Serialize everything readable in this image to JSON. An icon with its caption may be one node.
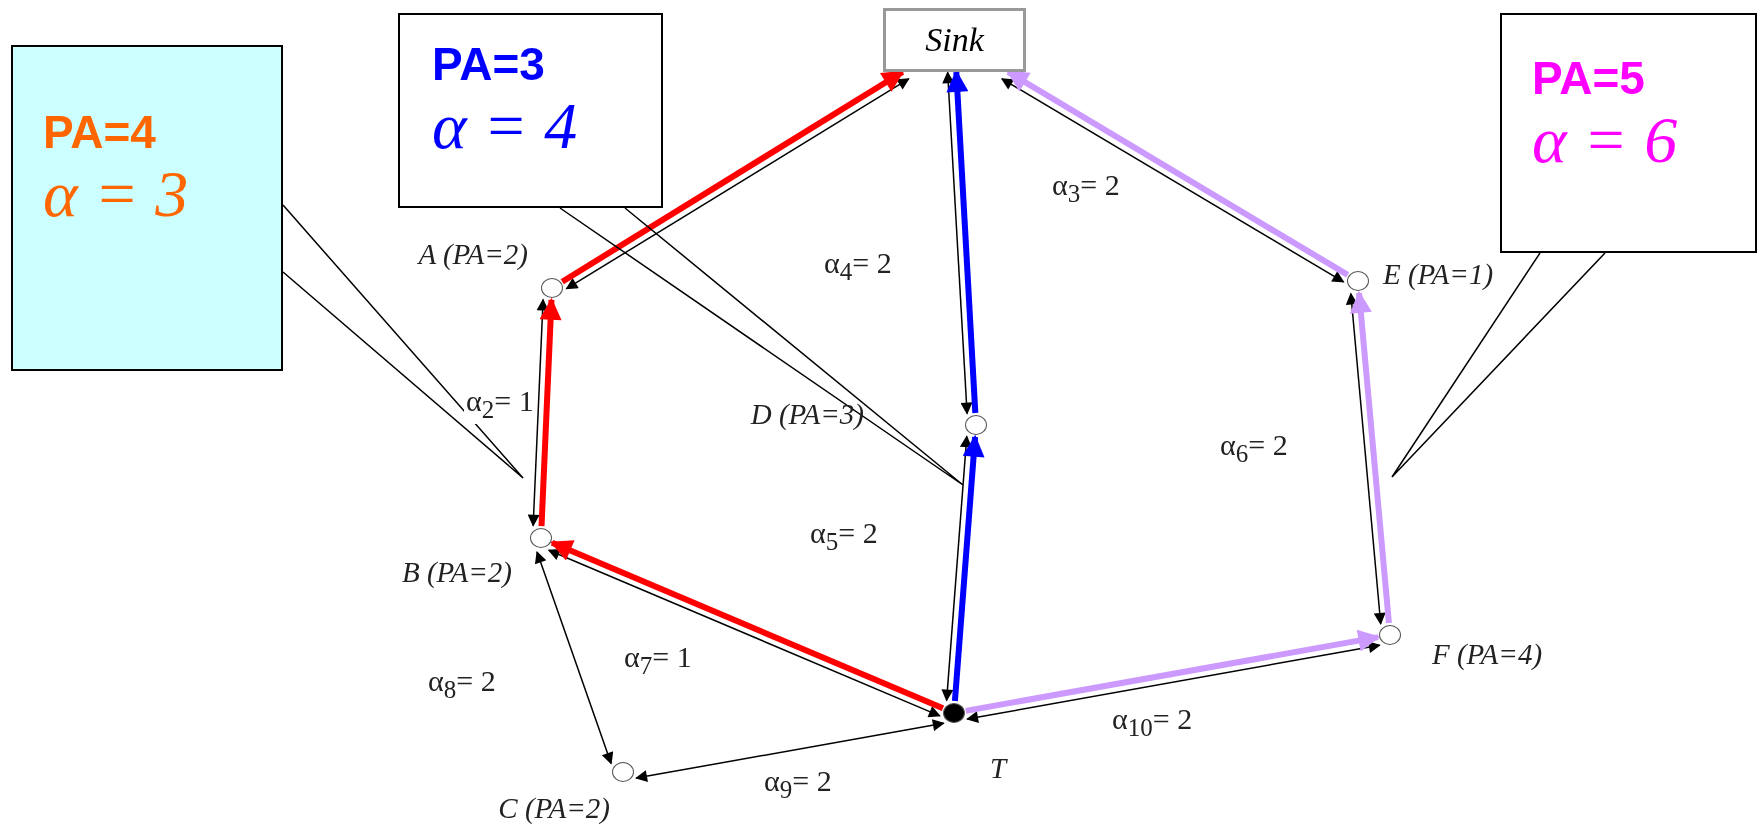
{
  "diagram": {
    "nodes": [
      {
        "text": [
          "PA=4",
          "α = 3"
        ]
      },
      {
        "text": [
          "Sink"
        ]
      },
      {
        "text": [
          "PA=3",
          "α = 4"
        ]
      },
      {
        "text": [
          "PA=5",
          "α = 6"
        ]
      },
      {
        "text": [],
        "shape": "circle",
        "beside": [
          "A (PA=2)"
        ]
      },
      {
        "text": [],
        "shape": "circle",
        "beside": [
          "E (PA=1)"
        ]
      },
      {
        "text": [],
        "shape": "circle",
        "beside": [
          "D (PA=3)"
        ]
      },
      {
        "text": [],
        "shape": "circle",
        "beside": [
          "B (PA=2)"
        ]
      },
      {
        "text": [],
        "shape": "circle",
        "beside": [
          "F (PA=4)"
        ]
      },
      {
        "text": [],
        "shape": "circle",
        "beside": [
          "T"
        ]
      },
      {
        "text": [],
        "shape": "circle",
        "beside": [
          "C (PA=2)"
        ]
      }
    ],
    "edges": [
      {
        "from": 4,
        "to": 1,
        "arrow": "both"
      },
      {
        "from": 1,
        "to": 6,
        "arrow": "both",
        "label": "α$_{4}$= 2"
      },
      {
        "from": 1,
        "to": 5,
        "arrow": "both",
        "label": "α$_{3}$= 2"
      },
      {
        "from": 4,
        "to": 7,
        "arrow": "both",
        "label": "α$_{2}$= 1"
      },
      {
        "from": 6,
        "to": 9,
        "arrow": "both",
        "label": "α$_{5}$= 2"
      },
      {
        "from": 5,
        "to": 8,
        "arrow": "both",
        "label": "α$_{6}$= 2"
      },
      {
        "from": 7,
        "to": 9,
        "arrow": "both",
        "label": "α$_{7}$= 1"
      },
      {
        "from": 7,
        "to": 10,
        "arrow": "both",
        "label": "α$_{8}$= 2"
      },
      {
        "from": 10,
        "to": 9,
        "arrow": "both",
        "label": "α$_{9}$= 2"
      },
      {
        "from": 9,
        "to": 8,
        "arrow": "both",
        "label": "α$_{10}$= 2"
      },
      {
        "from": 9,
        "to": 7,
        "arrow": "to",
        "style": "thick",
        "color": "#ff0000"
      },
      {
        "from": 7,
        "to": 4,
        "arrow": "to",
        "style": "thick",
        "color": "#ff0000"
      },
      {
        "from": 4,
        "to": 1,
        "arrow": "to",
        "style": "thick",
        "color": "#ff0000"
      },
      {
        "from": 9,
        "to": 6,
        "arrow": "to",
        "style": "thick",
        "color": "#0000ff"
      },
      {
        "from": 6,
        "to": 1,
        "arrow": "to",
        "style": "thick",
        "color": "#0000ff"
      },
      {
        "from": 9,
        "to": 8,
        "arrow": "to",
        "style": "thick",
        "color": "#cc99ff"
      },
      {
        "from": 8,
        "to": 5,
        "arrow": "to",
        "style": "thick",
        "color": "#cc99ff"
      },
      {
        "from": 5,
        "to": 1,
        "arrow": "to",
        "style": "thick",
        "color": "#cc99ff"
      },
      {
        "from": 0,
        "to": null,
        "arrow": "none"
      },
      {
        "from": 2,
        "to": null,
        "arrow": "none"
      },
      {
        "from": 3,
        "to": null,
        "arrow": "none"
      }
    ]
  }
}
